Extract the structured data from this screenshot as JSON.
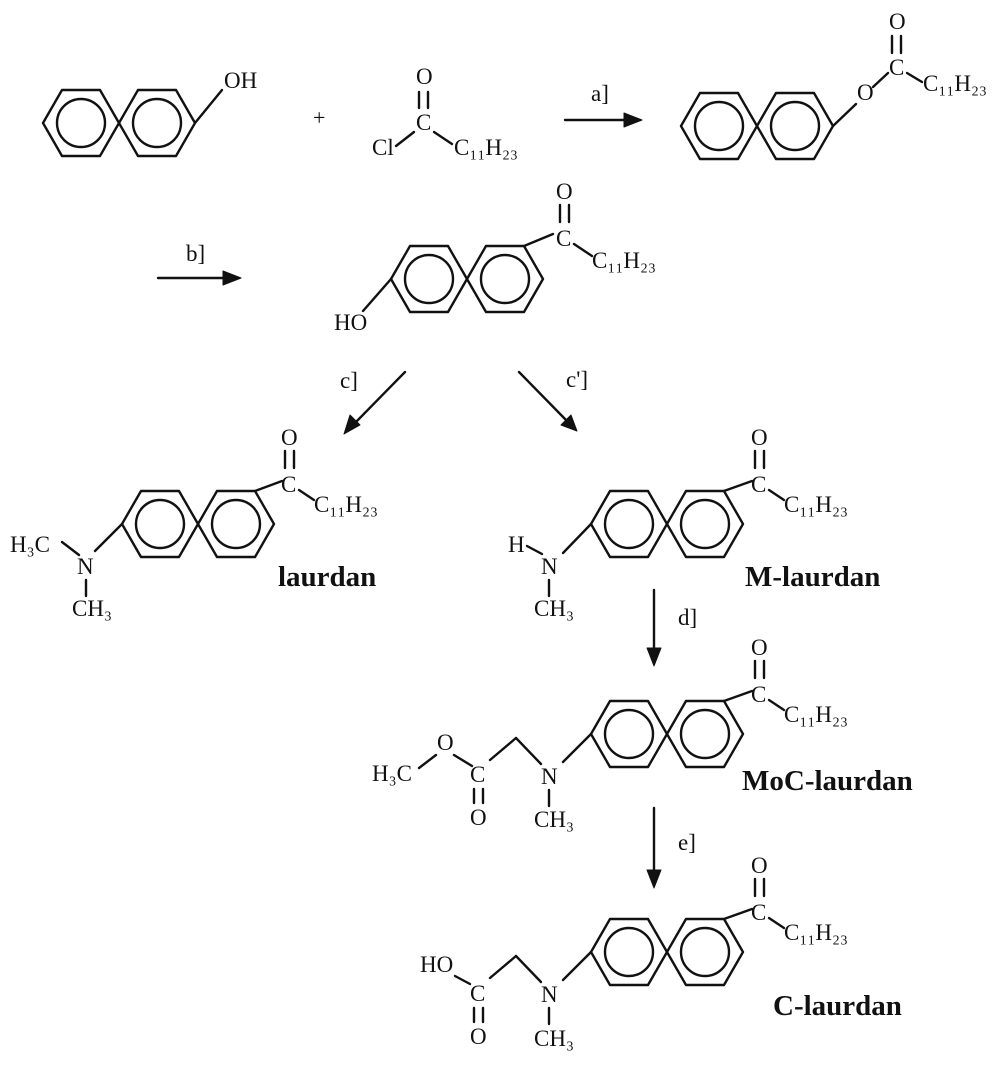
{
  "atoms": {
    "O": "O",
    "C": "C",
    "N": "N",
    "H": "H",
    "Cl": "Cl",
    "OH": "OH",
    "HO": "HO",
    "C11H23": "C₁₁H₂₃",
    "H3C": "H₃C",
    "CH3": "CH₃"
  },
  "plus": "+",
  "steps": {
    "a": "a]",
    "b": "b]",
    "c": "c]",
    "c_prime": "c']",
    "d": "d]",
    "e": "e]"
  },
  "products": {
    "laurdan": "laurdan",
    "m_laurdan": "M-laurdan",
    "moc_laurdan": "MoC-laurdan",
    "c_laurdan": "C-laurdan"
  }
}
